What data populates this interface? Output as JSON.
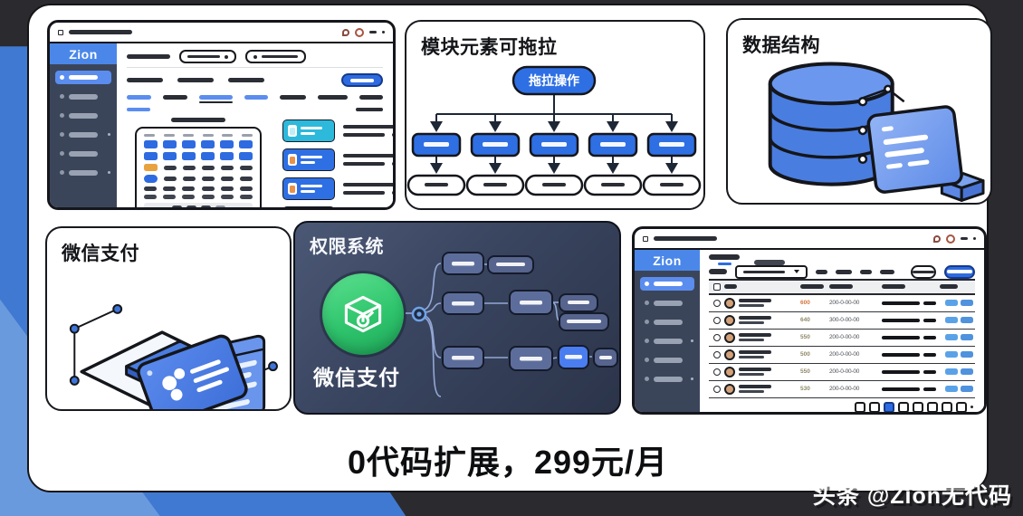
{
  "card": {
    "tagline": "0代码扩展，299元/月"
  },
  "watermark": "头条 @Zion无代码",
  "browser1": {
    "logo": "Zion"
  },
  "browser2": {
    "logo": "Zion",
    "rows": [
      {
        "code": "600",
        "date": "200-0-00-00"
      },
      {
        "code": "640",
        "date": "300-0-00-00"
      },
      {
        "code": "550",
        "date": "200-0-00-00"
      },
      {
        "code": "500",
        "date": "200-0-00-00"
      },
      {
        "code": "550",
        "date": "200-0-00-00"
      },
      {
        "code": "530",
        "date": "200-0-00-00"
      }
    ]
  },
  "panels": {
    "drag": {
      "title": "模块元素可拖拉",
      "root_node": "拖拉操作"
    },
    "database": {
      "title": "数据结构"
    },
    "wechat": {
      "title": "微信支付"
    },
    "permission": {
      "title": "权限系统",
      "label": "微信支付"
    }
  },
  "colors": {
    "accent_blue": "#2e6be0",
    "logo_blue": "#4a87e9",
    "sidebar_dark": "#3b455a",
    "permission_navy": "#39445f",
    "green": "#2fc56d",
    "bg_dark": "#2b2b2f",
    "bg_blue": "#4079d1"
  }
}
